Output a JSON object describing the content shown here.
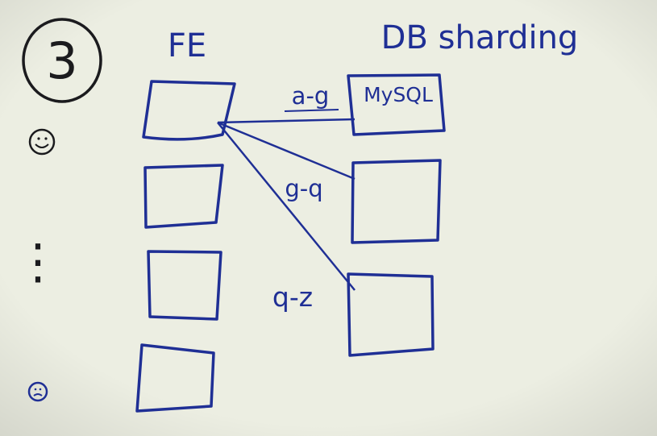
{
  "step_number": "3",
  "frontend_label": "FE",
  "database_title": "DB sharding",
  "mysql_label": "MySQL",
  "shard_ranges": [
    "a-g",
    "g-q",
    "q-z"
  ],
  "ellipsis": "⋮",
  "colors": {
    "background": "#eceee2",
    "blue_ink": "#1f2f95",
    "black_ink": "#1b1b1e"
  },
  "icons": [
    "smiley-face-icon",
    "sad-face-icon"
  ]
}
